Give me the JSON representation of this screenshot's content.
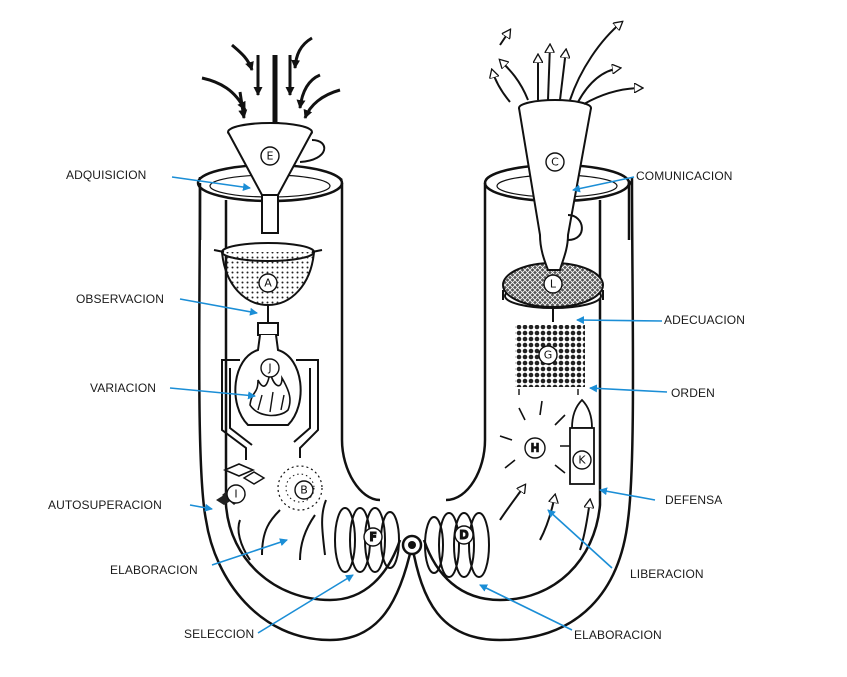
{
  "labels": {
    "adquisicion": "ADQUISICION",
    "observacion": "OBSERVACION",
    "variacion": "VARIACION",
    "autosuperacion": "AUTOSUPERACION",
    "elaboracion_left": "ELABORACION",
    "seleccion": "SELECCION",
    "comunicacion": "COMUNICACION",
    "adecuacion": "ADECUACION",
    "orden": "ORDEN",
    "defensa": "DEFENSA",
    "liberacion": "LIBERACION",
    "elaboracion_right": "ELABORACION"
  },
  "components": {
    "E": "E",
    "A": "A",
    "J": "J",
    "I": "I",
    "B": "B",
    "F": "F",
    "D": "D",
    "H": "H",
    "K": "K",
    "G": "G",
    "L": "L",
    "C": "C"
  },
  "colors": {
    "arrow": "#1b8ed6",
    "ink": "#111111"
  }
}
